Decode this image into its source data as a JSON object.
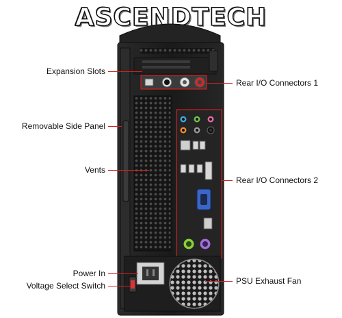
{
  "brand": "ASCENDTECH",
  "labels": {
    "expansion_slots": "Expansion Slots",
    "removable_side_panel": "Removable Side Panel",
    "vents": "Vents",
    "power_in": "Power In",
    "voltage_select_switch": "Voltage Select Switch",
    "rear_io_1": "Rear I/O Connectors 1",
    "rear_io_2": "Rear I/O Connectors 2",
    "psu_exhaust_fan": "PSU Exhaust Fan"
  },
  "colors": {
    "chassis": "#1b1b1b",
    "highlight": "#d02020",
    "audio_blue": "#3fa9e0",
    "audio_green": "#6fc24a",
    "audio_pink": "#e86aa0",
    "ps2_green": "#8bcf3e",
    "ps2_purple": "#a070d0",
    "vga_blue": "#3a66c8",
    "rca_red": "#cc2a2a"
  }
}
